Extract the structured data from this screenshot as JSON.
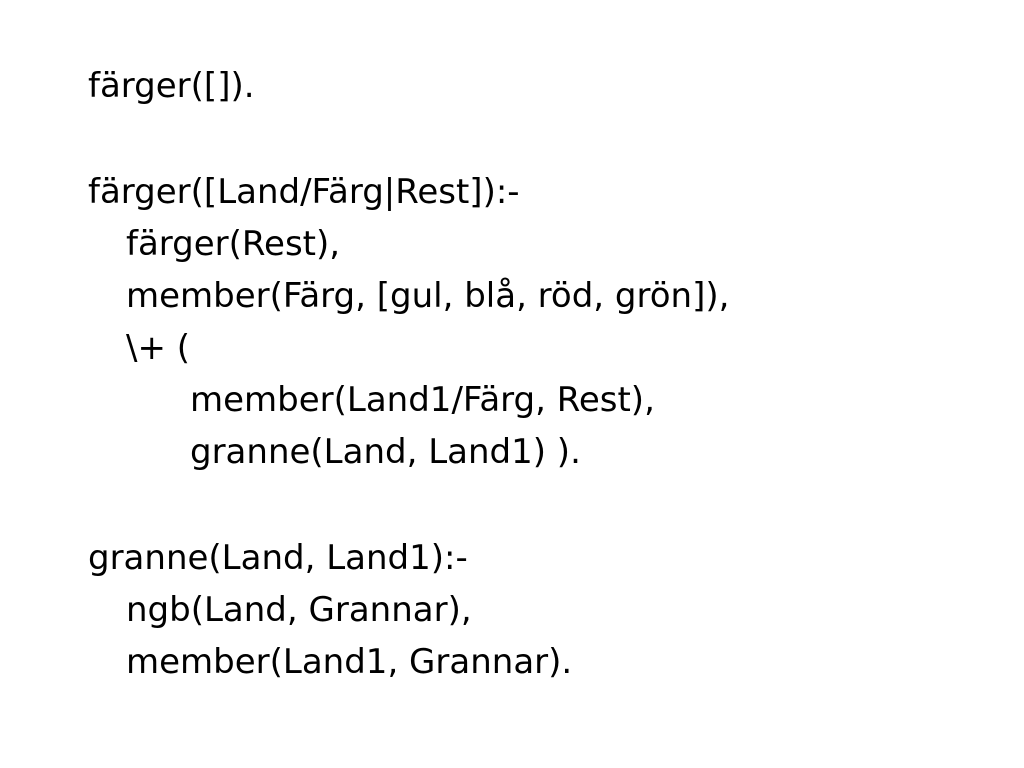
{
  "clauses": [
    {
      "lines": [
        "färger([])."
      ]
    },
    {
      "lines": [
        "färger([Land/Färg|Rest]):-",
        "färger(Rest),",
        "member(Färg, [gul, blå, röd, grön]),",
        "\\+ (",
        "member(Land1/Färg, Rest),",
        "granne(Land, Land1) )."
      ]
    },
    {
      "lines": [
        "granne(Land, Land1):-",
        "ngb(Land, Grannar),",
        "member(Land1, Grannar)."
      ]
    }
  ]
}
